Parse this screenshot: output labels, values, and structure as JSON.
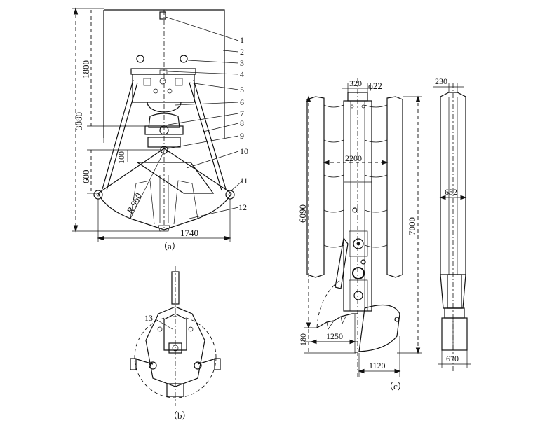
{
  "figure": {
    "views": [
      {
        "id": "a",
        "caption": "（a）"
      },
      {
        "id": "b",
        "caption": "（b）"
      },
      {
        "id": "c",
        "caption": "（c）"
      }
    ],
    "part_numbers": [
      "1",
      "2",
      "3",
      "4",
      "5",
      "6",
      "7",
      "8",
      "9",
      "10",
      "11",
      "12",
      "13"
    ],
    "dimensions_a": {
      "total_height": "3080",
      "upper_height": "1800",
      "lower_height": "600",
      "pivot_offset": "100",
      "radius": "R 960",
      "width": "1740"
    },
    "dimensions_c": {
      "top_width": "320",
      "pin_diameter": "ϕ22",
      "inner_width": "2200",
      "left_height": "6090",
      "right_height": "7000",
      "jaw_offset": "1250",
      "bottom_gap": "180",
      "bottom_width": "1120"
    },
    "dimensions_side": {
      "top": "230",
      "middle": "632",
      "bottom": "670"
    }
  }
}
